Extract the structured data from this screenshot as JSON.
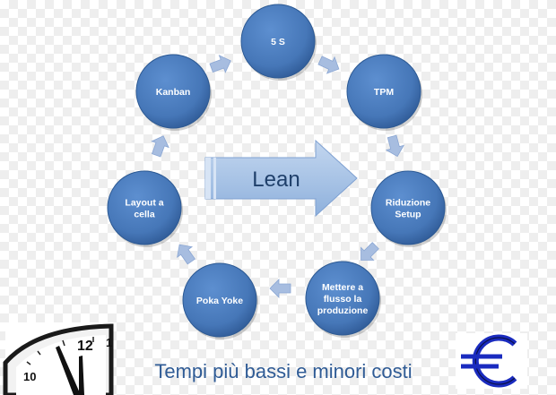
{
  "diagram": {
    "center_label": "Lean",
    "nodes": [
      {
        "id": "5s",
        "lines": [
          "5 S"
        ]
      },
      {
        "id": "tpm",
        "lines": [
          "TPM"
        ]
      },
      {
        "id": "riduzione-setup",
        "lines": [
          "Riduzione",
          "Setup"
        ]
      },
      {
        "id": "mettere-a-flusso",
        "lines": [
          "Mettere a",
          "flusso la",
          "produzione"
        ]
      },
      {
        "id": "poka-yoke",
        "lines": [
          "Poka Yoke"
        ]
      },
      {
        "id": "layout-a-cella",
        "lines": [
          "Layout a",
          "cella"
        ]
      },
      {
        "id": "kanban",
        "lines": [
          "Kanban"
        ]
      }
    ]
  },
  "footer": {
    "title": "Tempi più bassi e minori costi",
    "clock_numerals": [
      "10",
      "12",
      "1"
    ],
    "euro_symbol": "€"
  },
  "colors": {
    "node_fill": "#4a7cbf",
    "node_dark": "#2d5a94",
    "arrow": "#a7bde0",
    "lean_arrow": "#a9c4e6",
    "title": "#2f5b95",
    "euro": "#1a2bbf"
  }
}
